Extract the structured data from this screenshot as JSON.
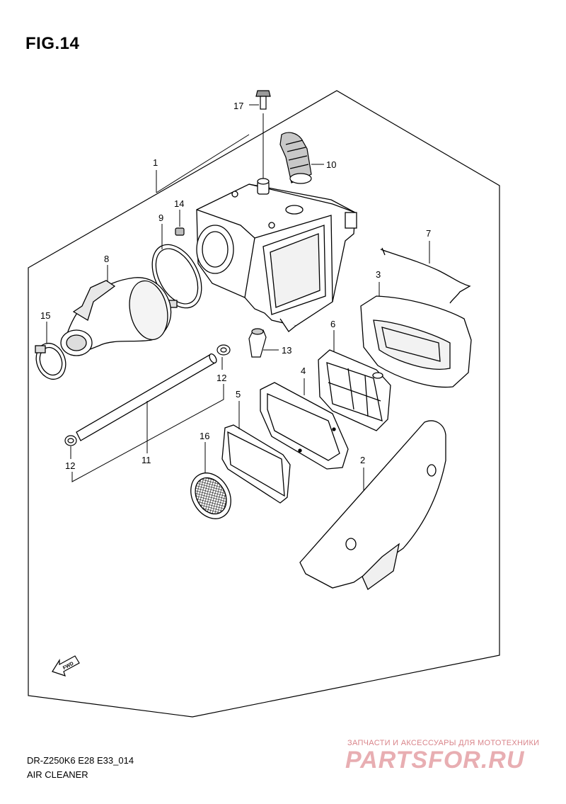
{
  "figure": {
    "title": "FIG.14"
  },
  "callouts": {
    "p1": "1",
    "p2": "2",
    "p3": "3",
    "p4": "4",
    "p5": "5",
    "p6": "6",
    "p7": "7",
    "p8": "8",
    "p9": "9",
    "p10": "10",
    "p11": "11",
    "p12a": "12",
    "p12b": "12",
    "p13": "13",
    "p14": "14",
    "p15": "15",
    "p16": "16",
    "p17": "17"
  },
  "fwd_label": "FWD",
  "footer": {
    "model": "DR-Z250K6 E28 E33_014",
    "name": "AIR CLEANER"
  },
  "watermark": {
    "tagline": "ЗАПЧАСТИ И АКСЕССУАРЫ ДЛЯ МОТОТЕХНИКИ",
    "brand": "PARTSFOR.RU"
  }
}
